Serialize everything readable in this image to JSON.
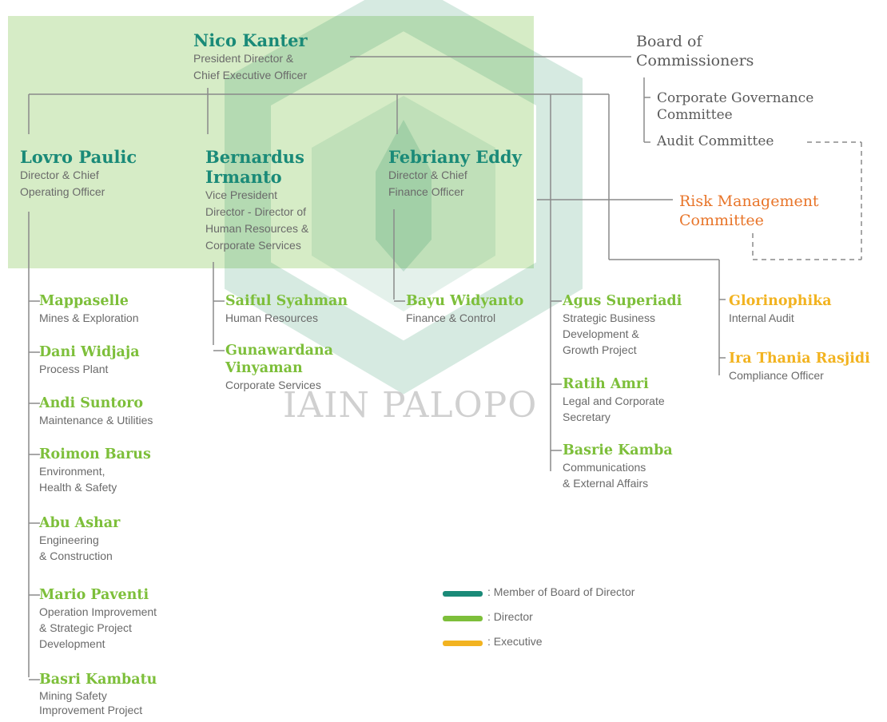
{
  "board_of_directors": {
    "president": {
      "name": "Nico Kanter",
      "role_lines": [
        "President Director &",
        "Chief Executive Officer"
      ]
    },
    "members": [
      {
        "key": "lovro",
        "name_lines": [
          "Lovro Paulic"
        ],
        "role_lines": [
          "Director & Chief",
          "Operating Officer"
        ]
      },
      {
        "key": "bernardus",
        "name_lines": [
          "Bernardus",
          "Irmanto"
        ],
        "role_lines": [
          "Vice President",
          "Director - Director of",
          "Human Resources &",
          "Corporate Services"
        ]
      },
      {
        "key": "febriany",
        "name_lines": [
          "Febriany Eddy"
        ],
        "role_lines": [
          "Director & Chief",
          "Finance Officer"
        ]
      }
    ]
  },
  "board_of_commissioners": {
    "title_lines": [
      "Board of",
      "Commissioners"
    ],
    "committees": [
      {
        "label_lines": [
          "Corporate Governance",
          "Committee"
        ]
      },
      {
        "label_lines": [
          "Audit Committee"
        ]
      }
    ],
    "risk_committee": [
      "Risk Management",
      "Committee"
    ]
  },
  "lovro_reports": [
    {
      "name": "Mappaselle",
      "role_lines": [
        "Mines & Exploration"
      ]
    },
    {
      "name": "Dani Widjaja",
      "role_lines": [
        "Process Plant"
      ]
    },
    {
      "name": "Andi Suntoro",
      "role_lines": [
        "Maintenance & Utilities"
      ]
    },
    {
      "name": "Roimon Barus",
      "role_lines": [
        "Environment,",
        "Health & Safety"
      ]
    },
    {
      "name": "Abu Ashar",
      "role_lines": [
        "Engineering",
        "& Construction"
      ]
    },
    {
      "name": "Mario Paventi",
      "role_lines": [
        "Operation Improvement",
        "& Strategic Project",
        "Development"
      ]
    },
    {
      "name": "Basri Kambatu",
      "role_lines": [
        "Mining Safety",
        "Improvement Project"
      ]
    }
  ],
  "bernardus_reports": [
    {
      "name_lines": [
        "Saiful Syahman"
      ],
      "role_lines": [
        "Human Resources"
      ]
    },
    {
      "name_lines": [
        "Gunawardana",
        "Vinyaman"
      ],
      "role_lines": [
        "Corporate Services"
      ]
    }
  ],
  "febriany_reports": [
    {
      "name": "Bayu Widyanto",
      "role_lines": [
        "Finance & Control"
      ]
    }
  ],
  "ceo_reports": [
    {
      "name": "Agus Superiadi",
      "role_lines": [
        "Strategic Business",
        "Development &",
        "Growth Project"
      ]
    },
    {
      "name": "Ratih Amri",
      "role_lines": [
        "Legal and Corporate",
        "Secretary"
      ]
    },
    {
      "name": "Basrie Kamba",
      "role_lines": [
        "Communications",
        "& External Affairs"
      ]
    }
  ],
  "executives": [
    {
      "name": "Glorinophika",
      "role_lines": [
        "Internal Audit"
      ]
    },
    {
      "name": "Ira Thania Rasjidi",
      "role_lines": [
        "Compliance Officer"
      ]
    }
  ],
  "legend": [
    {
      "label": ": Member of Board of Director",
      "color": "#1a8a78"
    },
    {
      "label": ": Director",
      "color": "#7dbf3a"
    },
    {
      "label": ": Executive",
      "color": "#f2b320"
    }
  ],
  "watermark": {
    "text": "IAIN PALOPO"
  },
  "colors": {
    "panel": "#d6ecc6",
    "teal": "#1a8a78",
    "green": "#7dbf3a",
    "orange": "#e8752a",
    "yellow": "#f2b320",
    "line": "#8a8a8a"
  }
}
